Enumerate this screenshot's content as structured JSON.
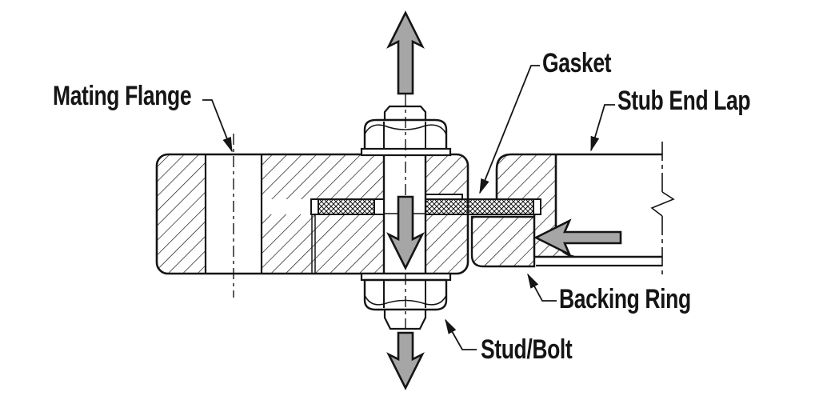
{
  "diagram": {
    "type": "pipe-flange-lap-joint-cross-section",
    "labels": {
      "mating_flange": "Mating Flange",
      "gasket": "Gasket",
      "stub_end_lap": "Stub End Lap",
      "backing_ring": "Backing Ring",
      "stud_bolt": "Stud/Bolt"
    },
    "icons": {
      "up_force_arrow": "arrow-up",
      "mid_down_force_arrow": "arrow-down",
      "bottom_down_force_arrow": "arrow-down",
      "left_force_arrow": "arrow-left"
    },
    "colors": {
      "line": "#151515",
      "arrow_fill": "#a6a6a6",
      "background": "#ffffff"
    }
  }
}
